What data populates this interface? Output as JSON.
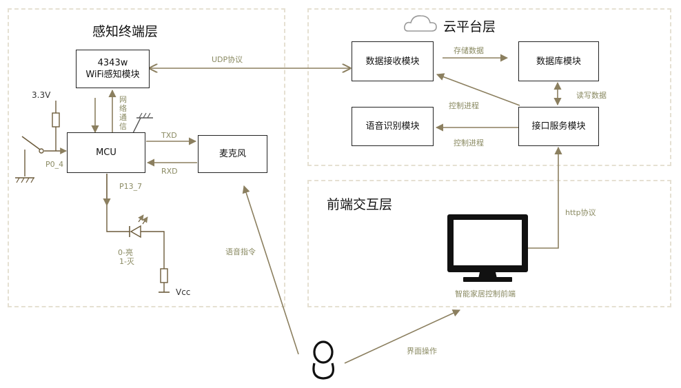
{
  "regions": {
    "sensing": "感知终端层",
    "cloud": "云平台层",
    "frontend": "前端交互层"
  },
  "boxes": {
    "wifi_line1": "4343w",
    "wifi_line2": "WiFi感知模块",
    "mcu": "MCU",
    "mic": "麦克风",
    "data_receive": "数据接收模块",
    "database": "数据库模块",
    "speech": "语音识别模块",
    "api": "接口服务模块"
  },
  "labels": {
    "udp": "UDP协议",
    "store": "存储数据",
    "rw": "读写数据",
    "ctrl1": "控制进程",
    "ctrl2": "控制进程",
    "http": "http协议",
    "network": "网络通信",
    "txd": "TXD",
    "rxd": "RXD",
    "v33": "3.3V",
    "p04": "P0_4",
    "p137": "P13_7",
    "on": "0-亮",
    "off": "1-灭",
    "vcc": "Vcc",
    "voice": "语音指令",
    "ui_op": "界面操作",
    "frontend_caption": "智能家居控制前端"
  },
  "icons": [
    "cloud-icon",
    "monitor-icon",
    "user-icon",
    "led-icon",
    "switch-icon",
    "ground-icon",
    "antenna-icon",
    "resistor-icon"
  ],
  "colors": {
    "arrow": "#8b7f5f",
    "region_border": "#e5e0d2",
    "label": "#8a8a62"
  }
}
